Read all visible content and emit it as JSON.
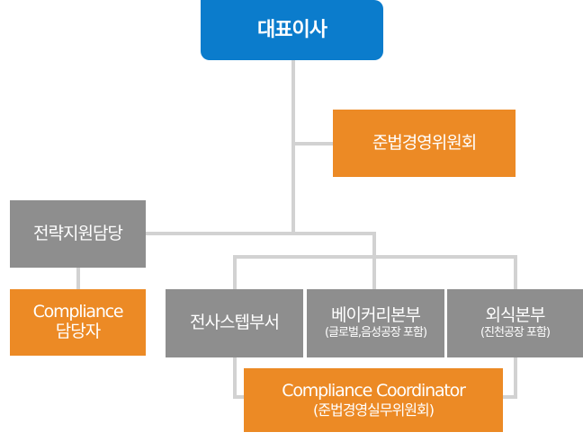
{
  "diagram": {
    "type": "org-chart",
    "colors": {
      "executive": "#0b7ccc",
      "compliance": "#ec8a25",
      "department": "#8e8e8e",
      "connector": "#d2d2d2"
    },
    "nodes": {
      "ceo": {
        "label": "대표이사"
      },
      "compliance_committee": {
        "label": "준법경영위원회"
      },
      "strategy_support": {
        "label": "전략지원담당"
      },
      "compliance_officer": {
        "label": "Compliance",
        "sublabel": "담당자"
      },
      "staff_dept": {
        "label": "전사스텝부서"
      },
      "bakery_hq": {
        "label": "베이커리본부",
        "sublabel": "(글로벌,음성공장 포함)"
      },
      "foodservice_hq": {
        "label": "외식본부",
        "sublabel": "(진천공장 포함)"
      },
      "compliance_coordinator": {
        "label": "Compliance Coordinator",
        "sublabel": "(준법경영실무위원회)"
      }
    },
    "edges": [
      [
        "ceo",
        "compliance_committee"
      ],
      [
        "ceo",
        "strategy_support"
      ],
      [
        "ceo",
        "staff_dept"
      ],
      [
        "ceo",
        "bakery_hq"
      ],
      [
        "ceo",
        "foodservice_hq"
      ],
      [
        "strategy_support",
        "compliance_officer"
      ],
      [
        "staff_dept",
        "compliance_coordinator"
      ],
      [
        "foodservice_hq",
        "compliance_coordinator"
      ]
    ]
  }
}
